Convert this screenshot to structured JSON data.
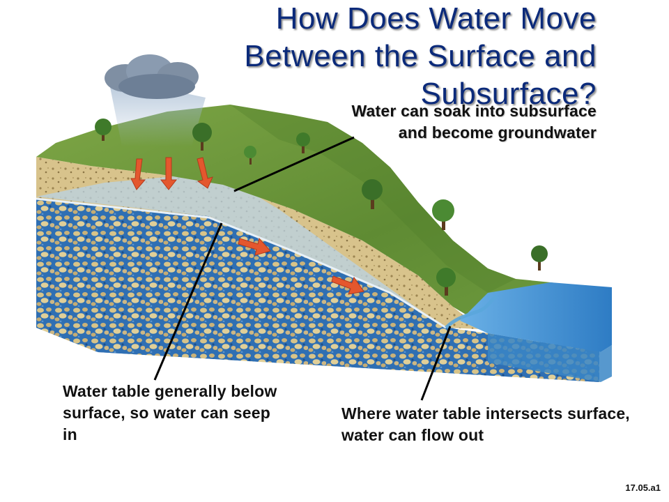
{
  "title": "How Does Water Move Between the Surface and Subsurface?",
  "annotations": {
    "seep_into_subsurface": "Water can soak into subsurface and become groundwater",
    "water_table_below_surface": "Water table generally below surface, so water can seep in",
    "water_table_intersects_surface": "Where water table intersects surface, water can flow out"
  },
  "slide_id": "17.05.a1",
  "colors": {
    "title": "#0b2a7a",
    "grass": "#6f9a3c",
    "soil": "#c9b27a",
    "aquifer_blue": "#2f6fb3",
    "water_table_zone": "#b9d3e6",
    "lake": "#3b8bd0",
    "flow_arrow": "#e4572e",
    "cloud": "#7f8fa3",
    "tree": "#3f7a2a"
  },
  "icons": [
    "rain-cloud-icon",
    "tree-icon",
    "flow-arrow-icon"
  ]
}
